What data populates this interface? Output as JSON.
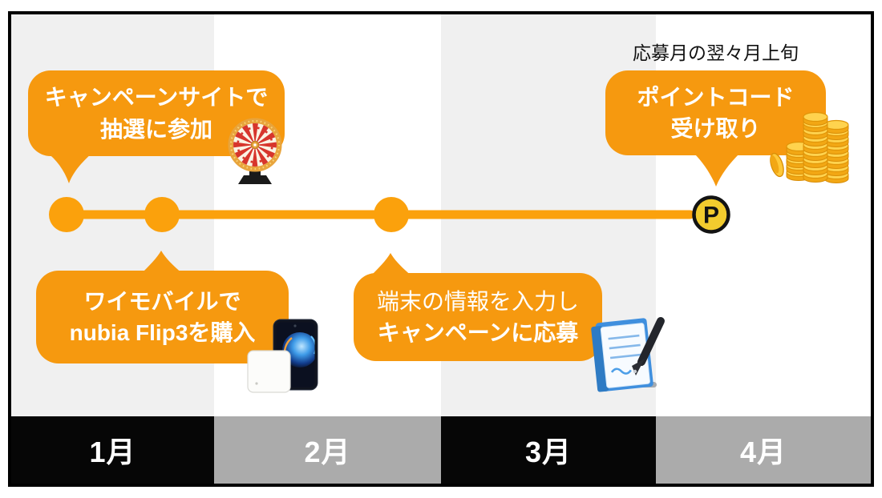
{
  "colors": {
    "bubble_orange": "#F6990F",
    "timeline_orange": "#FBA10C",
    "band_black": "#060606",
    "band_gray": "#ABABAB",
    "column_gray": "#F0F0F0",
    "column_white": "#FFFFFF",
    "p_badge_yellow": "#F2CB2E",
    "text_white": "#FFFFFF",
    "annotation_black": "#111111"
  },
  "annotation": {
    "text": "応募月の翌々月上旬"
  },
  "timeline": {
    "p_label": "P"
  },
  "bubbles": {
    "lottery": {
      "line1": "キャンペーンサイトで",
      "line2": "抽選に参加",
      "icon": "roulette-wheel-icon"
    },
    "purchase": {
      "line1": "ワイモバイルで",
      "line2": "nubia Flip3を購入",
      "icon": "flip-phone-icon"
    },
    "apply": {
      "line1": "端末の情報を入力し",
      "line2": "キャンペーンに応募",
      "icon": "memo-pen-icon"
    },
    "receive": {
      "line1": "ポイントコード",
      "line2": "受け取り",
      "icon": "gold-coins-icon"
    }
  },
  "columns": [
    {
      "month": "1月"
    },
    {
      "month": "2月"
    },
    {
      "month": "3月"
    },
    {
      "month": "4月"
    }
  ]
}
